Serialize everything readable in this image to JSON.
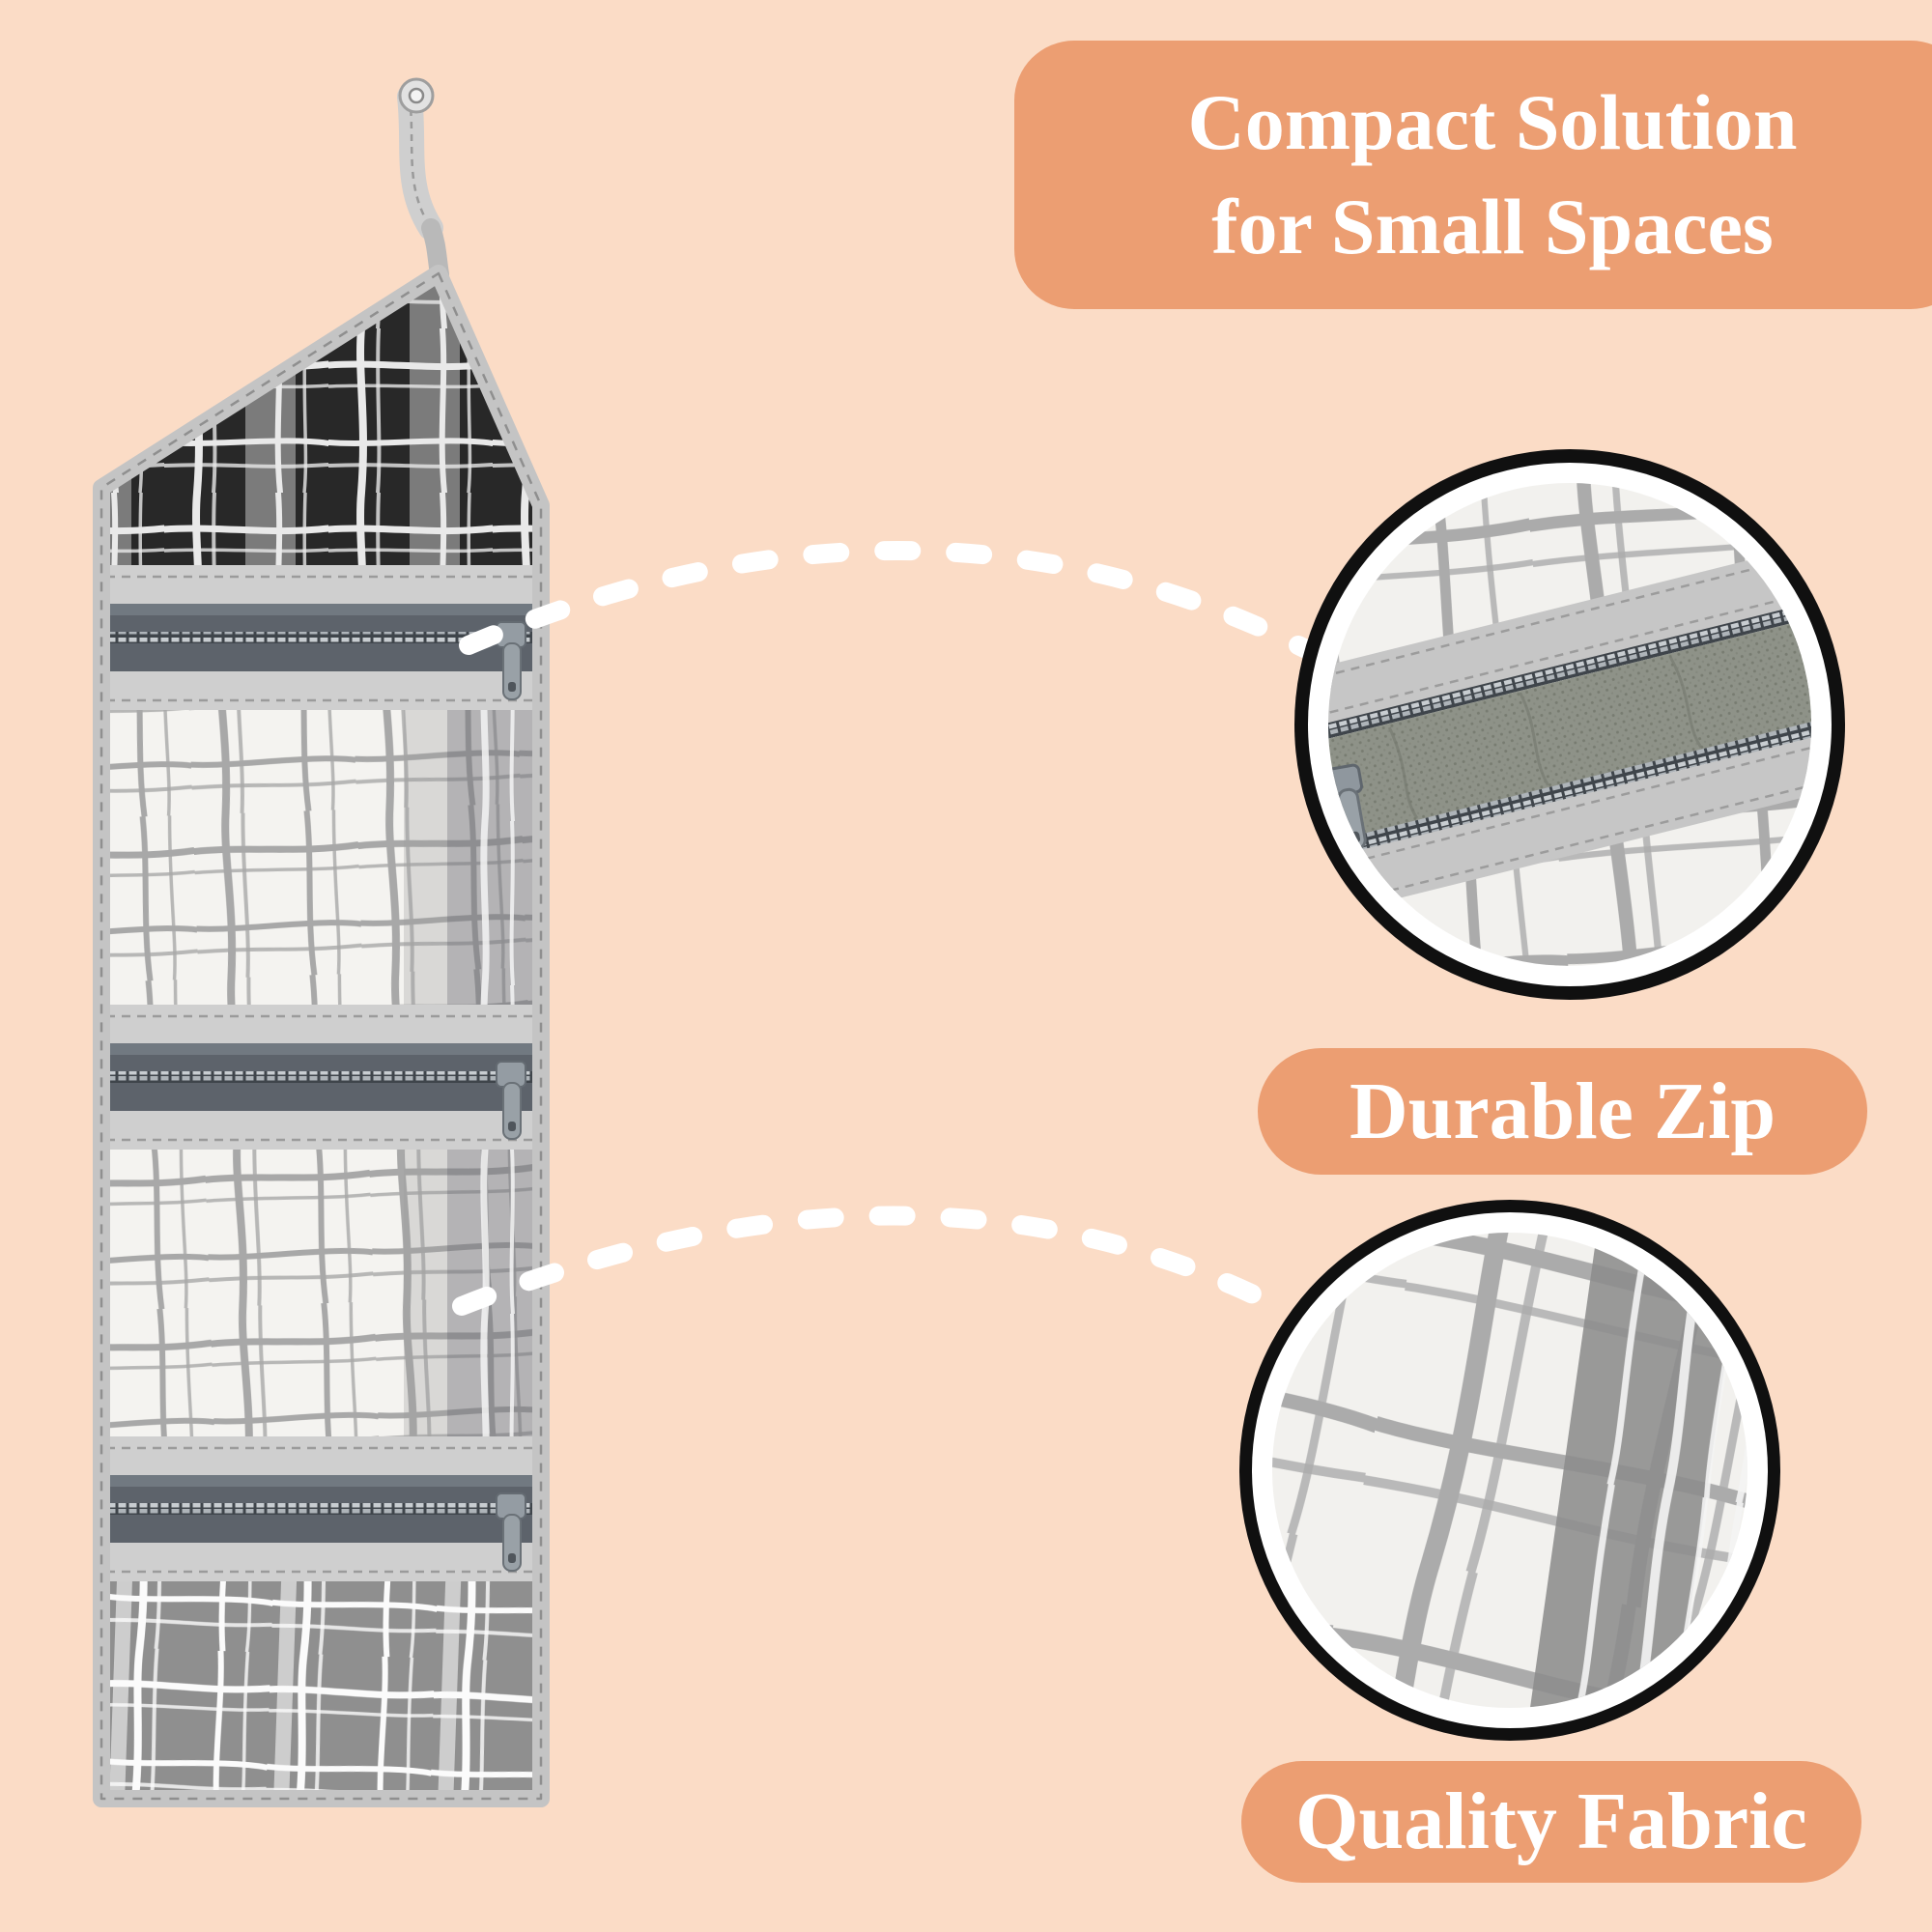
{
  "background_color": "#FBDCC6",
  "accent_color": "#EC9E72",
  "text_color": "#FFFFFF",
  "headline": {
    "line1": "Compact Solution",
    "line2": "for Small Spaces"
  },
  "features": [
    {
      "label": "Durable Zip"
    },
    {
      "label": "Quality Fabric"
    }
  ],
  "illustration": {
    "arc_color": "#FFFFFF",
    "detail_circle_outer_ring": "#101010",
    "detail_circle_inner_ring": "#FFFFFF",
    "organizer_colors": {
      "binding": "#C4C4C4",
      "seam_band": "#CFCFCF",
      "zipper_tape": "#5D636B",
      "zipper_teeth": "#C8CDD1",
      "plaid_line_gray": "#A8A8A8",
      "plaid_light_bg": "#F4F3F0",
      "plaid_dark_bg": "#282828",
      "plaid_gray_bg": "#8F8F8F",
      "mesh_lining": "#8E9288",
      "hanger_strap": "#CFCFCF"
    }
  }
}
